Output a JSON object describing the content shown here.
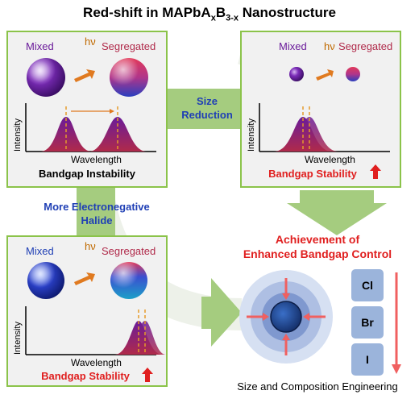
{
  "title": {
    "main": "Red-shift in MAPbA",
    "sub_x": "x",
    "mid": "B",
    "sub_3x": "3-x",
    "tail": " Nanostructure"
  },
  "panels": {
    "top_left": {
      "mixed": "Mixed",
      "hv": "hν",
      "segregated": "Segregated",
      "y_label": "Intensity",
      "x_label": "Wavelength",
      "caption": "Bandgap Instability"
    },
    "top_right": {
      "mixed": "Mixed",
      "hv": "hν",
      "segregated": "Segregated",
      "y_label": "Intensity",
      "x_label": "Wavelength",
      "caption": "Bandgap Stability"
    },
    "bottom_left": {
      "mixed": "Mixed",
      "hv": "hν",
      "segregated": "Segregated",
      "y_label": "Intensity",
      "x_label": "Wavelength",
      "caption": "Bandgap Stability"
    }
  },
  "arrows": {
    "size_reduction": "Size Reduction",
    "halide_line1": "More Electronegative",
    "halide_line2": "Halide"
  },
  "result": {
    "heading_line1": "Achievement of",
    "heading_line2": "Enhanced Bandgap Control",
    "halides": [
      "Cl",
      "Br",
      "I"
    ],
    "footer": "Size and Composition Engineering"
  },
  "colors": {
    "panel_border": "#8bc34a",
    "arrow_green": "#a5cc7f",
    "red": "#e01f1f",
    "blue_text": "#1f3fb5",
    "purple": "#6a1b9a",
    "halide_box": "#9bb4db"
  }
}
